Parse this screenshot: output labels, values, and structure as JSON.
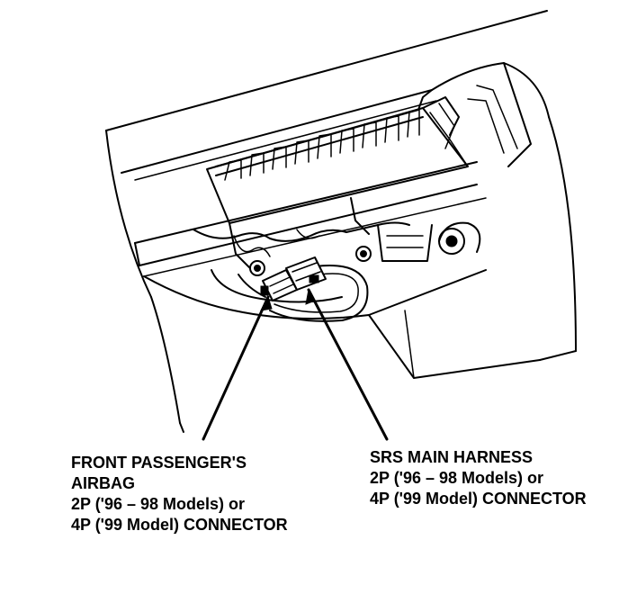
{
  "callouts": {
    "passenger_airbag": {
      "line1": "FRONT PASSENGER'S",
      "line2": "AIRBAG",
      "line3": "2P ('96 – 98 Models) or",
      "line4": "4P ('99 Model) CONNECTOR"
    },
    "srs_main_harness": {
      "line1": "SRS MAIN HARNESS",
      "line2": "2P ('96 – 98 Models) or",
      "line3": "4P ('99 Model) CONNECTOR"
    }
  }
}
